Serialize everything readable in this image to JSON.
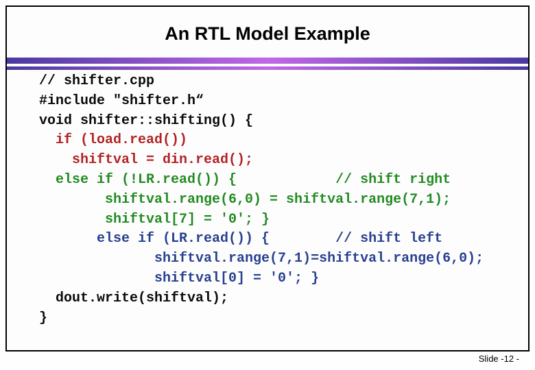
{
  "slide": {
    "title": "An RTL Model Example",
    "footer": "Slide -12 -"
  },
  "divider": {
    "edge_color": "#4A39A0",
    "center_color": "#C167E6"
  },
  "code": {
    "colors": {
      "black": "#0a0a0a",
      "red": "#B22222",
      "green": "#228B22",
      "blue": "#27418F"
    },
    "lines": [
      {
        "text": "// shifter.cpp",
        "color": "black"
      },
      {
        "text": "#include \"shifter.h“",
        "color": "black"
      },
      {
        "text": "void shifter::shifting() {",
        "color": "black"
      },
      {
        "text": "  if (load.read())",
        "color": "red"
      },
      {
        "text": "    shiftval = din.read();",
        "color": "red"
      },
      {
        "text": "  else if (!LR.read()) {            // shift right",
        "color": "green"
      },
      {
        "text": "        shiftval.range(6,0) = shiftval.range(7,1);",
        "color": "green"
      },
      {
        "text": "        shiftval[7] = '0'; }",
        "color": "green"
      },
      {
        "text": "       else if (LR.read()) {        // shift left",
        "color": "blue"
      },
      {
        "text": "              shiftval.range(7,1)=shiftval.range(6,0);",
        "color": "blue"
      },
      {
        "text": "              shiftval[0] = '0'; }",
        "color": "blue"
      },
      {
        "text": "  dout.write(shiftval);",
        "color": "black"
      },
      {
        "text": "}",
        "color": "black"
      }
    ]
  }
}
